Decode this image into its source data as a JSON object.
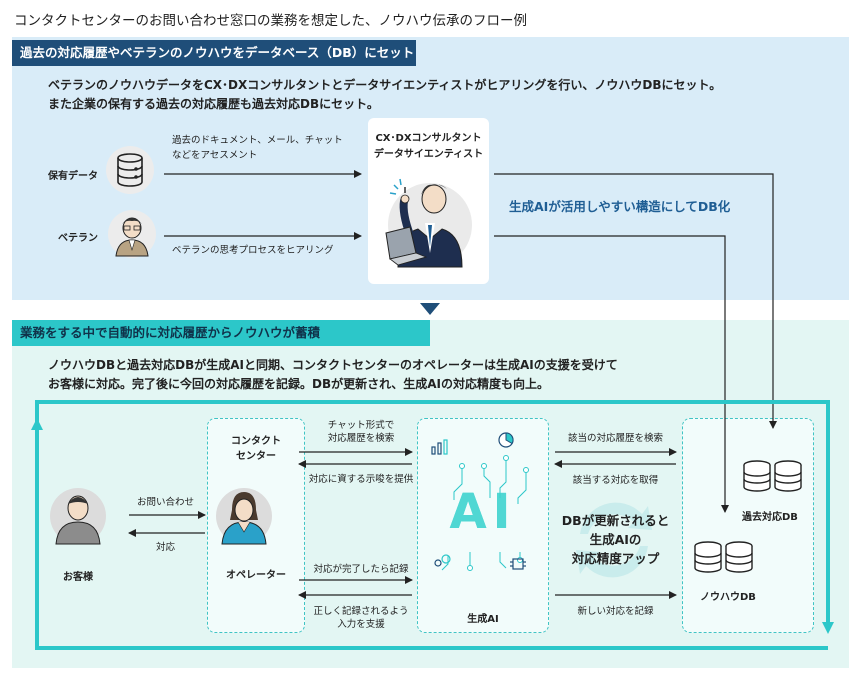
{
  "title": "コンタクトセンターのお問い合わせ窓口の業務を想定した、ノウハウ伝承のフロー例",
  "section1": {
    "header": "過去の対応履歴やベテランのノウハウをデータベース（DB）にセット",
    "desc_line1": "ベテランのノウハウデータをCX･DXコンサルタントとデータサイエンティストがヒアリングを行い、ノウハウDBにセット。",
    "desc_line2": "また企業の保有する過去の対応履歴も過去対応DBにセット。",
    "owned_data_label": "保有データ",
    "veteran_label": "ベテラン",
    "arrow_top_line1": "過去のドキュメント、メール、チャット",
    "arrow_top_line2": "などをアセスメント",
    "arrow_bottom": "ベテランの思考プロセスをヒアリング",
    "consultant_line1": "CX･DXコンサルタント",
    "consultant_line2": "データサイエンティスト",
    "genai_structure": "生成AIが活用しやすい構造にしてDB化"
  },
  "section2": {
    "header": "業務をする中で自動的に対応履歴からノウハウが蓄積",
    "desc_line1": "ノウハウDBと過去対応DBが生成AIと同期、コンタクトセンターのオペレーターは生成AIの支援を受けて",
    "desc_line2": "お客様に対応。完了後に今回の対応履歴を記録。DBが更新され、生成AIの対応精度も向上。",
    "customer": "お客様",
    "inquiry": "お問い合わせ",
    "response": "対応",
    "contact_center_line1": "コンタクト",
    "contact_center_line2": "センター",
    "operator": "オペレーター",
    "chat_line1": "チャット形式で",
    "chat_line2": "対応履歴を検索",
    "suggest": "対応に資する示唆を提供",
    "record": "対応が完了したら記録",
    "support_line1": "正しく記録されるよう",
    "support_line2": "入力を支援",
    "genai": "生成AI",
    "ai_letters": "AI",
    "search_history": "該当の対応履歴を検索",
    "get_response": "該当する対応を取得",
    "db_update_line1": "DBが更新されると",
    "db_update_line2": "生成AIの",
    "db_update_line3": "対応精度アップ",
    "new_record": "新しい対応を記録",
    "past_db": "過去対応DB",
    "knowhow_db": "ノウハウDB"
  },
  "colors": {
    "dark_navy": "#1f4e79",
    "teal": "#2cc7c9",
    "section1_bg": "#d9ecf8",
    "section2_bg": "#e3f6f3"
  }
}
